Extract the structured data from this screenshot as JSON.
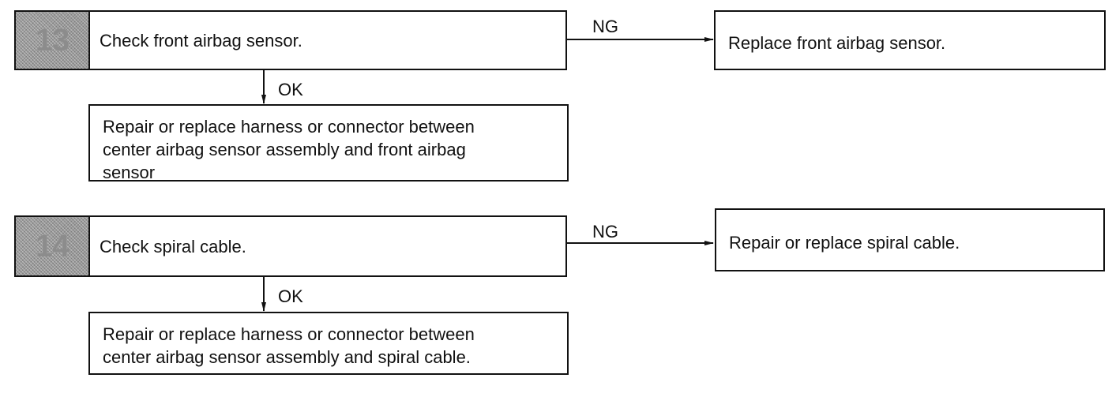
{
  "steps": [
    {
      "number": "13",
      "check_text": "Check front airbag sensor.",
      "ng_label": "NG",
      "ng_result": "Replace front airbag sensor.",
      "ok_label": "OK",
      "ok_result_lines": [
        "Repair or replace harness or connector between",
        "center airbag sensor assembly and front airbag",
        "sensor"
      ]
    },
    {
      "number": "14",
      "check_text": "Check spiral cable.",
      "ng_label": "NG",
      "ng_result": "Repair or replace spiral cable.",
      "ok_label": "OK",
      "ok_result_lines": [
        "Repair or replace harness or connector between",
        "center airbag sensor assembly and spiral cable."
      ]
    }
  ]
}
